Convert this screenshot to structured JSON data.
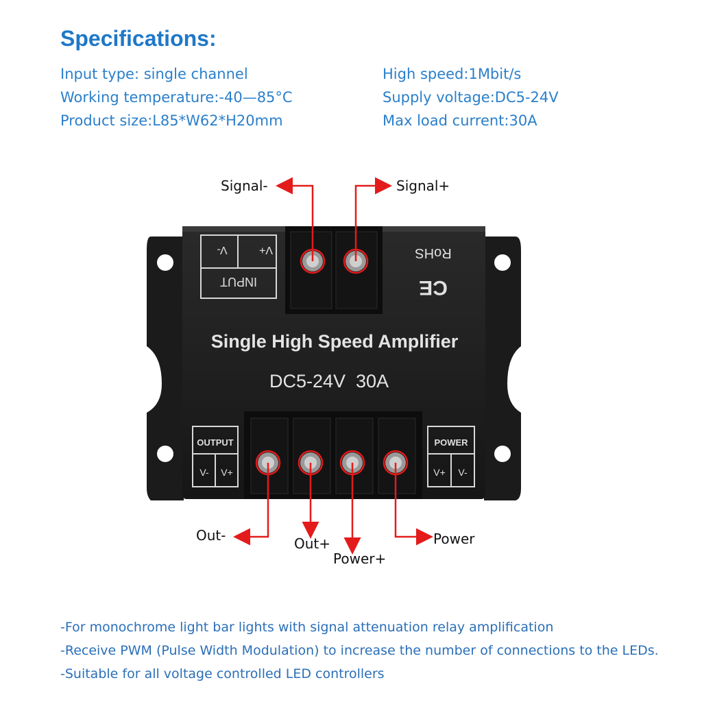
{
  "header": {
    "title": "Specifications:"
  },
  "specs": {
    "left": [
      "Input type: single channel",
      "Working temperature:-40—85°C",
      "Product size:L85*W62*H20mm"
    ],
    "right": [
      "High speed:1Mbit/s",
      "Supply voltage:DC5-24V",
      "Max load current:30A"
    ]
  },
  "device": {
    "name": "Single High Speed Amplifier",
    "rating": "DC5-24V  30A",
    "input_label": "INPUT",
    "input_terms": [
      "V+",
      "V-"
    ],
    "rohs": "RoHS",
    "ce": "CE",
    "output_label": "OUTPUT",
    "output_terms": [
      "V-",
      "V+"
    ],
    "power_label": "POWER",
    "power_terms": [
      "V+",
      "V-"
    ]
  },
  "callouts": {
    "signal_minus": "Signal-",
    "signal_plus": "Signal+",
    "out_minus": "Out-",
    "out_plus": "Out+",
    "power_plus": "Power+",
    "power": "Power"
  },
  "notes": [
    "-For monochrome light bar lights with signal attenuation relay amplification",
    "-Receive PWM (Pulse Width Modulation) to increase the number of connections to the LEDs.",
    "-Suitable for all voltage controlled LED controllers"
  ],
  "colors": {
    "title": "#1f78c8",
    "text": "#2a7fcb",
    "arrow": "#e31b1b",
    "body": "#1c1c1c"
  }
}
